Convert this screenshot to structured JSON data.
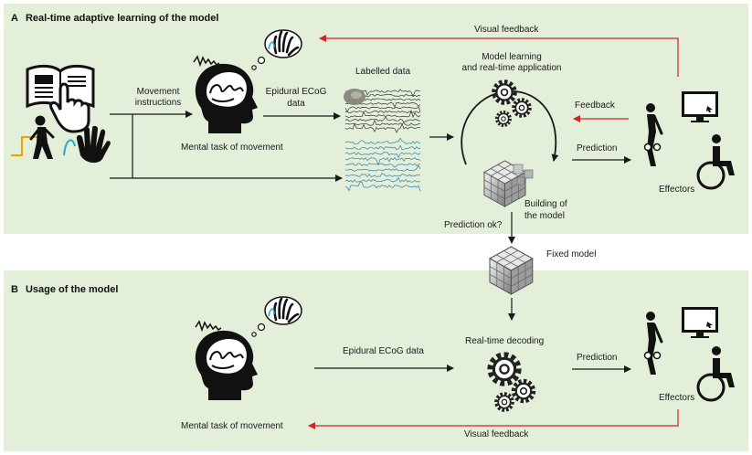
{
  "panel_a": {
    "letter": "A",
    "title": "Real-time adaptive learning of the model",
    "labels": {
      "visual_feedback": "Visual feedback",
      "model_learning_1": "Model learning",
      "model_learning_2": "and real-time application",
      "labelled_data": "Labelled data",
      "movement_instructions_1": "Movement",
      "movement_instructions_2": "instructions",
      "epidural_ecog_1": "Epidural ECoG",
      "epidural_ecog_2": "data",
      "mental_task": "Mental task of movement",
      "feedback": "Feedback",
      "prediction": "Prediction",
      "effectors": "Effectors",
      "building_1": "Building of",
      "building_2": "the model",
      "prediction_ok": "Prediction ok?"
    }
  },
  "middle": {
    "fixed_model": "Fixed model"
  },
  "panel_b": {
    "letter": "B",
    "title": "Usage of the model",
    "labels": {
      "epidural_ecog": "Epidural ECoG data",
      "realtime_decoding": "Real-time decoding",
      "prediction": "Prediction",
      "effectors": "Effectors",
      "mental_task": "Mental task of movement",
      "visual_feedback": "Visual feedback"
    }
  },
  "colors": {
    "panel_bg": "#e3efd8",
    "arrow_black": "#1a1a1a",
    "arrow_red": "#d2232a",
    "signal_dark": "#333333",
    "signal_blue": "#2f7fa8",
    "cyan_wave": "#29a9c9",
    "yellow_wave": "#e8a500"
  },
  "icons": [
    "book-icon",
    "pointing-hand-icon",
    "walking-person-icon",
    "hand-icon",
    "head-with-brain-icon",
    "thought-bubble-icon",
    "gear-icon",
    "cube-icon",
    "exoskeleton-icon",
    "monitor-icon",
    "wheelchair-icon"
  ]
}
